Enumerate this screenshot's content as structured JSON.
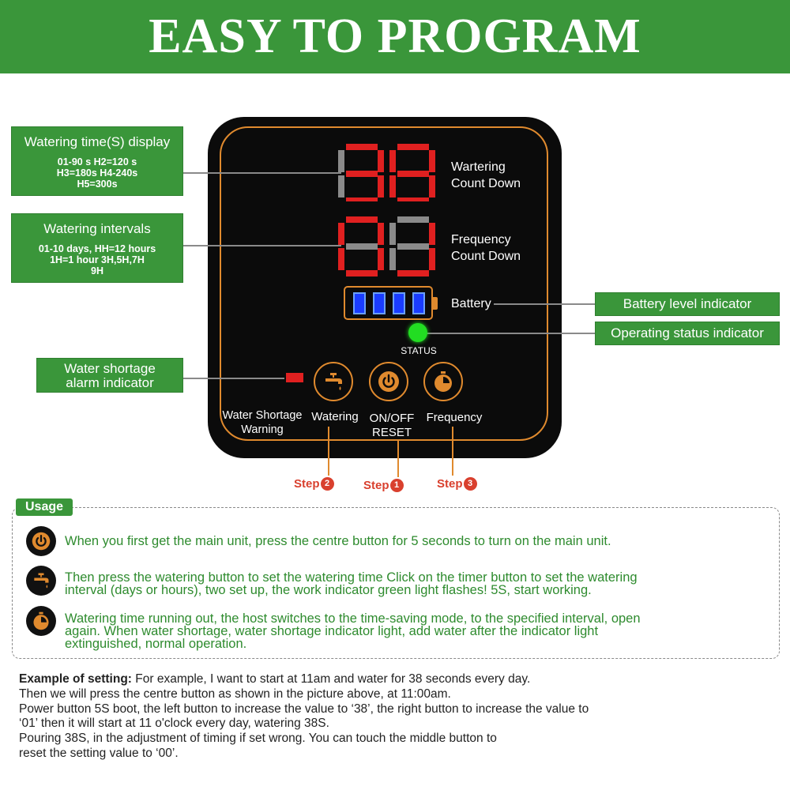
{
  "header": {
    "title": "EASY TO PROGRAM"
  },
  "callouts": {
    "watering_time": {
      "title": "Watering time(S) display",
      "line1": "01-90 s H2=120 s",
      "line2": "H3=180s H4-240s",
      "line3": "H5=300s"
    },
    "watering_intervals": {
      "title": "Watering intervals",
      "line1": "01-10 days, HH=12 hours",
      "line2": "1H=1 hour 3H,5H,7H",
      "line3": "9H"
    },
    "water_shortage": {
      "line1": "Water shortage",
      "line2": "alarm indicator"
    },
    "battery_level": "Battery level indicator",
    "operating_status": "Operating status indicator"
  },
  "device": {
    "watering_countdown": {
      "line1": "Wartering",
      "line2": "Count Down"
    },
    "frequency_countdown": {
      "line1": "Frequency",
      "line2": "Count Down"
    },
    "battery_label": "Battery",
    "battery_level_bars": 4,
    "status_label": "STATUS",
    "water_shortage_label": {
      "line1": "Water Shortage",
      "line2": "Warning"
    },
    "watering_label": "Watering",
    "onoff_label": {
      "line1": "ON/OFF",
      "line2": "RESET"
    },
    "frequency_label": "Frequency"
  },
  "steps": {
    "step_text": "Step",
    "left": "2",
    "center": "1",
    "right": "3"
  },
  "usage": {
    "tag": "Usage",
    "item1": "When you first get the main unit, press the centre button for 5 seconds to turn on the main unit.",
    "item2_line1": "Then press the watering button to set the watering time Click on the timer button to set the watering",
    "item2_line2": "interval (days or hours), two set up, the work indicator green light flashes! 5S, start working.",
    "item3_line1": "Watering time running out, the host switches to the time-saving mode, to the specified interval, open",
    "item3_line2": "again. When water shortage, water shortage indicator light, add water after the indicator light",
    "item3_line3": "extinguished, normal operation."
  },
  "example": {
    "heading": "Example of setting:",
    "line1": " For example, I want to start at 11am and water for 38 seconds every day.",
    "line2": "Then we will press the centre button as shown in the picture above, at 11:00am.",
    "line3": "Power button 5S boot, the left button to increase the value to ‘38’, the right button to increase the value to",
    "line4": "‘01’ then it will start at 11 o'clock every day, watering 38S.",
    "line5": "Pouring 38S, in the adjustment of timing if set wrong. You can touch the middle button to",
    "line6": "reset the setting value to ‘00’."
  },
  "colors": {
    "brand_green": "#3a963a",
    "accent_orange": "#e08a2e",
    "segment_red": "#e02020",
    "segment_off": "#8a8a8a",
    "battery_blue": "#1a3cff",
    "status_green": "#22dd22",
    "step_red": "#d9402e",
    "usage_text_green": "#2e8b2e"
  }
}
